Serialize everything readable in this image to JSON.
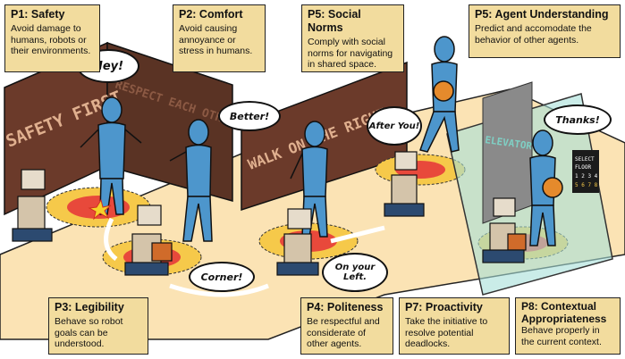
{
  "principles": {
    "p1": {
      "title": "P1: Safety",
      "desc": "Avoid damage to humans, robots or their environments."
    },
    "p2": {
      "title": "P2: Comfort",
      "desc": "Avoid causing annoyance or stress in humans."
    },
    "p5a": {
      "title": "P5: Social Norms",
      "desc": "Comply with social norms for navigating in shared space."
    },
    "p5b": {
      "title": "P5: Agent Understanding",
      "desc": "Predict and accomodate the behavior of other agents."
    },
    "p3": {
      "title": "P3: Legibility",
      "desc": "Behave so robot goals can be understood."
    },
    "p4": {
      "title": "P4: Politeness",
      "desc": "Be respectful and considerate of other agents."
    },
    "p7": {
      "title": "P7: Proactivity",
      "desc": "Take the initiative to resolve potential deadlocks."
    },
    "p8": {
      "title": "P8: Contextual Appropriateness",
      "desc": "Behave properly in the current context."
    }
  },
  "bubbles": {
    "hey": "Hey!",
    "better": "Better!",
    "after_you": "After You!",
    "thanks": "Thanks!",
    "corner": "Corner!",
    "on_your_left": "On your Left."
  },
  "walls": {
    "left": "SAFETY FIRST",
    "middle": "RESPECT EACH OTHER",
    "right": "WALK ON THE RIGHT",
    "elevator": "ELEVATOR"
  },
  "elevator_panel": [
    "SELECT",
    "FLOOR",
    "1 2 3 4",
    "5 6 7 8"
  ],
  "colors": {
    "box_fill": "#f2dc9e",
    "human": "#4d96cc",
    "wall": "#6b3a2a",
    "floor": "#fbe3b4",
    "zone_red": "#e8493b",
    "zone_yellow": "#f6c94a",
    "glass": "#a6e0d8"
  }
}
